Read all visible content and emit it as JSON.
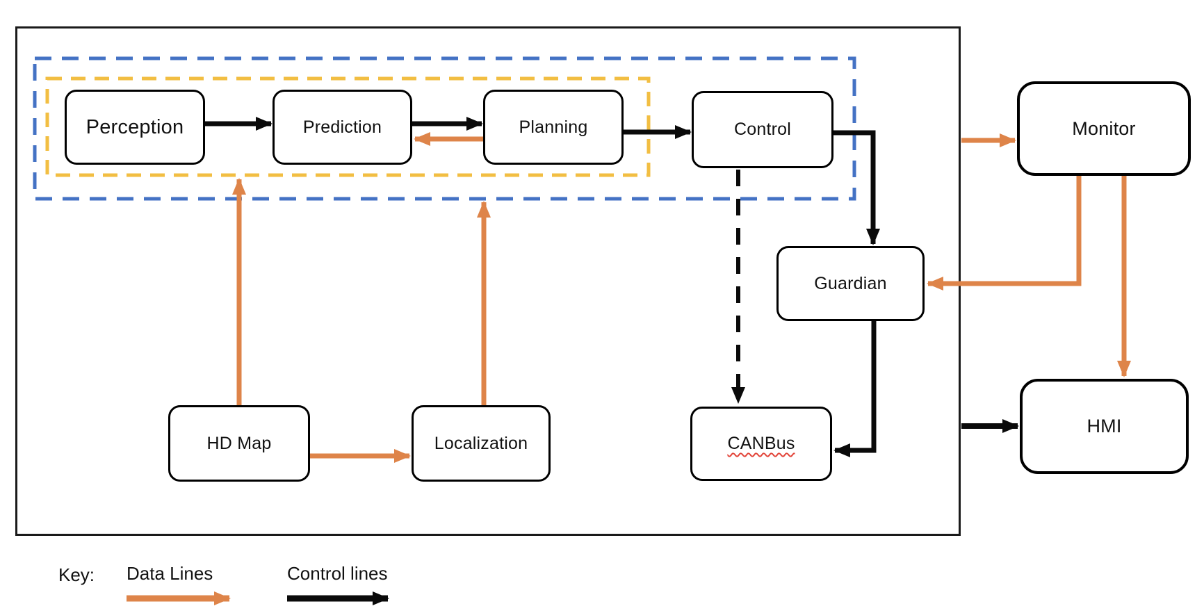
{
  "diagram": {
    "nodes": {
      "perception": {
        "label": "Perception"
      },
      "prediction": {
        "label": "Prediction"
      },
      "planning": {
        "label": "Planning"
      },
      "control": {
        "label": "Control"
      },
      "guardian": {
        "label": "Guardian"
      },
      "canbus": {
        "label": "CANBus"
      },
      "hdmap": {
        "label": "HD Map"
      },
      "localization": {
        "label": "Localization"
      },
      "monitor": {
        "label": "Monitor"
      },
      "hmi": {
        "label": "HMI"
      }
    },
    "edges": [
      {
        "from": "perception",
        "to": "prediction",
        "type": "control"
      },
      {
        "from": "prediction",
        "to": "planning",
        "type": "control"
      },
      {
        "from": "planning",
        "to": "prediction",
        "type": "data"
      },
      {
        "from": "planning",
        "to": "control",
        "type": "control"
      },
      {
        "from": "control",
        "to": "guardian",
        "type": "control"
      },
      {
        "from": "control",
        "to": "canbus",
        "type": "control-dashed"
      },
      {
        "from": "guardian",
        "to": "canbus",
        "type": "control"
      },
      {
        "from": "hdmap",
        "to": "perception",
        "type": "data"
      },
      {
        "from": "hdmap",
        "to": "localization",
        "type": "data"
      },
      {
        "from": "localization",
        "to": "planning",
        "type": "data"
      },
      {
        "from": "system-box",
        "to": "monitor",
        "type": "data"
      },
      {
        "from": "monitor",
        "to": "guardian",
        "type": "data"
      },
      {
        "from": "monitor",
        "to": "hmi",
        "type": "data"
      },
      {
        "from": "system-box",
        "to": "hmi",
        "type": "control"
      }
    ],
    "key": {
      "title": "Key:",
      "data_lines_label": "Data Lines",
      "control_lines_label": "Control lines"
    },
    "colors": {
      "data_line": "#DE8449",
      "control_line": "#0A0A0A",
      "group_outer_dashed": "#4472C4",
      "group_inner_dashed": "#F2BE42",
      "spellcheck_underline": "#E2453A"
    }
  }
}
